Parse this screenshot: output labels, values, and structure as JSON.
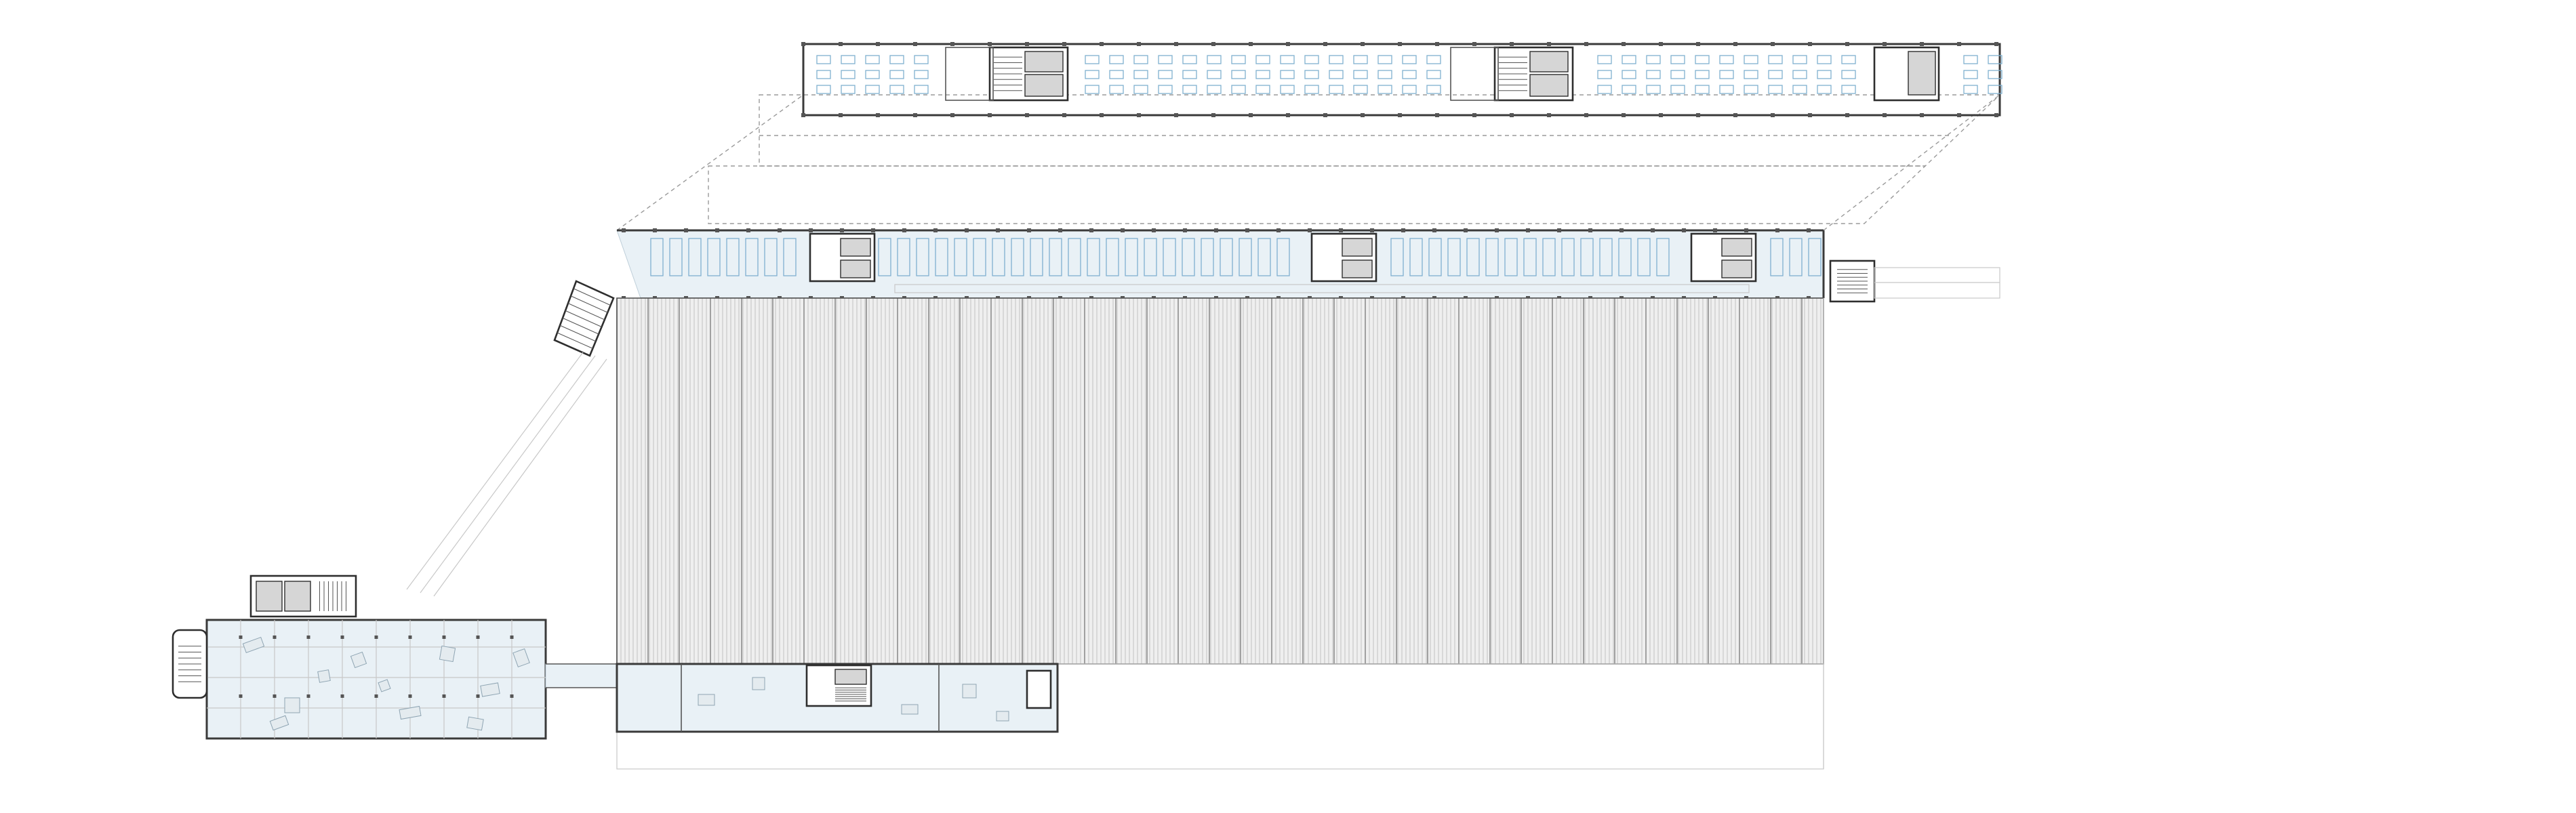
{
  "drawing": {
    "type": "architectural floor plan",
    "zones": [
      "upper-office-floor",
      "main-hall",
      "north-office-strip",
      "east-stair-tower",
      "northwest-stair-tower",
      "diagonal-bridge",
      "west-pavilion",
      "west-stair-core",
      "south-annex",
      "link-corridor"
    ],
    "icons": {
      "stair": "stair-icon",
      "desk": "desk-icon",
      "core": "service-core-icon",
      "column": "column-icon"
    },
    "colors": {
      "wall": "#3a3a3a",
      "office_tile": "#e9f1f6",
      "desk_accent": "#7fb0d0",
      "hall_fill": "#efefef",
      "projection_line": "#9a9a9a"
    }
  }
}
